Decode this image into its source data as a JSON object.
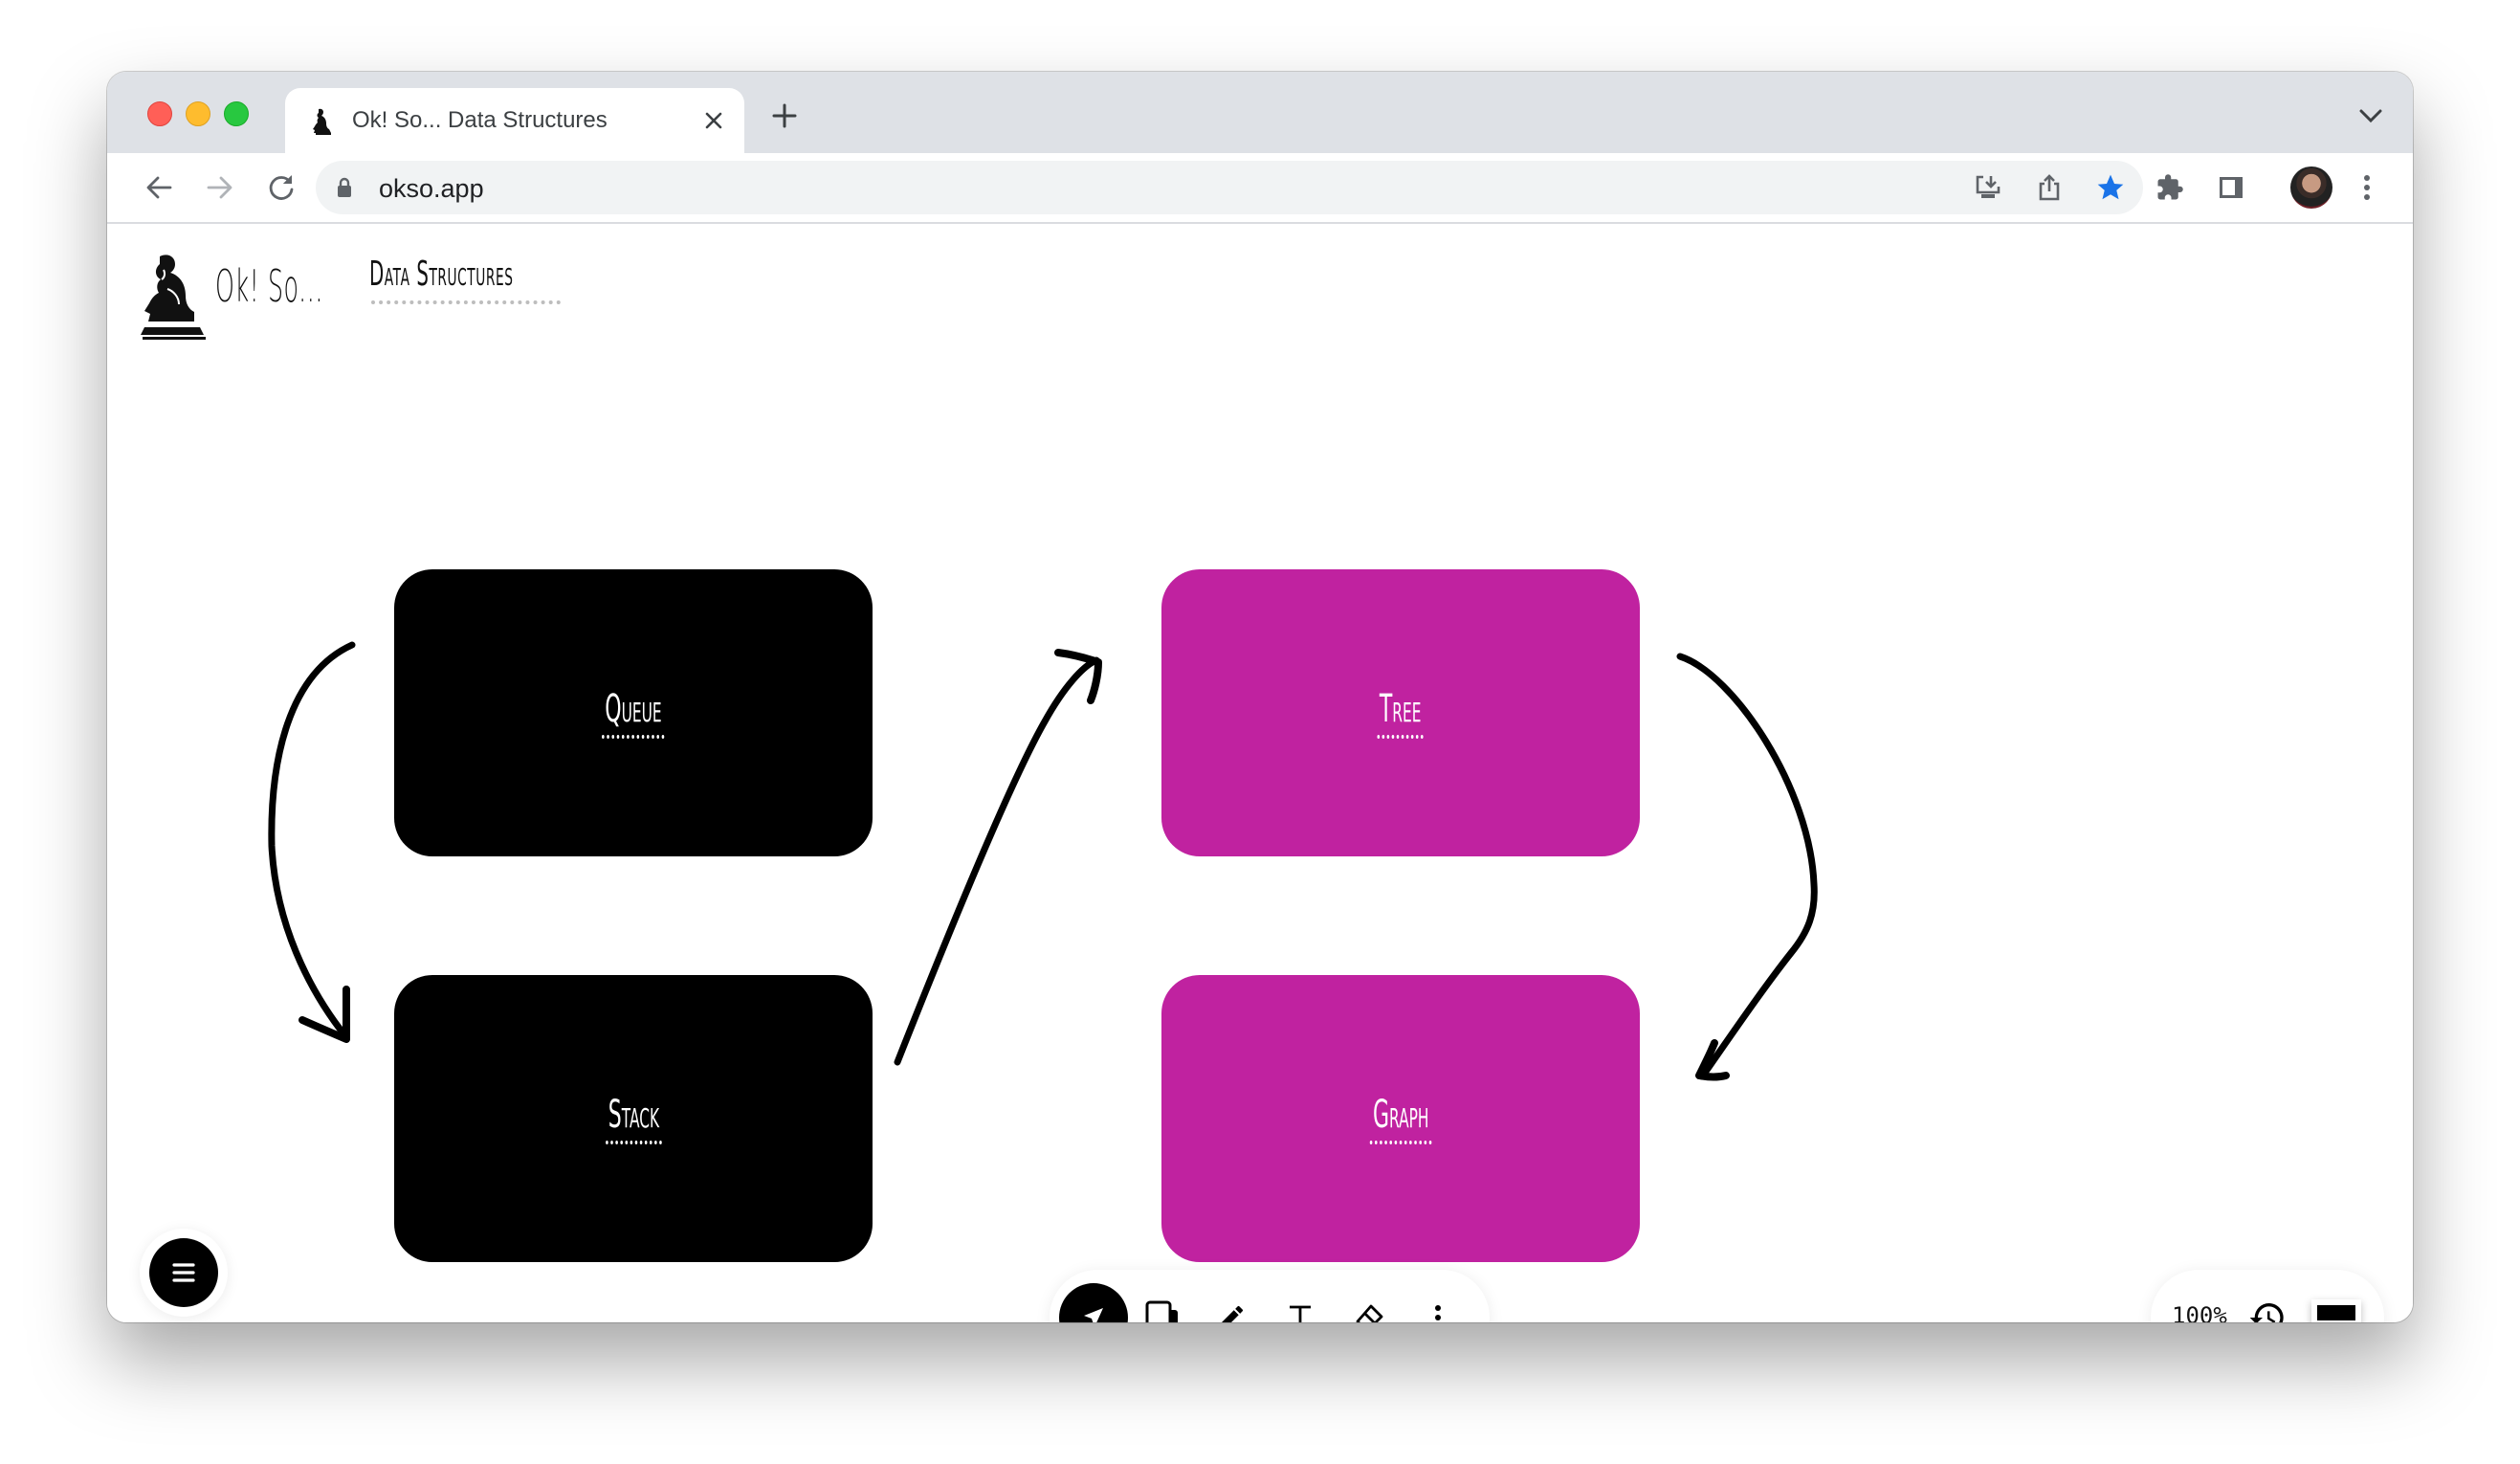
{
  "browser": {
    "tab": {
      "title": "Ok! So... Data Structures",
      "favicon": "thinker-icon"
    },
    "address": {
      "url": "okso.app"
    },
    "colors": {
      "tabbar": "#DEE1E6",
      "omnibox": "#F1F3F4",
      "bookmark_star": "#1A73E8"
    }
  },
  "app": {
    "logo_text": "Ok! So...",
    "breadcrumb": "Data Structures"
  },
  "canvas": {
    "cards": [
      {
        "label": "Queue",
        "color": "#000000"
      },
      {
        "label": "Tree",
        "color": "#C022A0"
      },
      {
        "label": "Stack",
        "color": "#000000"
      },
      {
        "label": "Graph",
        "color": "#C022A0"
      }
    ],
    "arrows": [
      {
        "from": "Queue",
        "to": "Stack"
      },
      {
        "from": "Stack",
        "to": "Tree"
      },
      {
        "from": "Tree",
        "to": "Graph"
      }
    ]
  },
  "toolbar": {
    "tools": [
      {
        "name": "select",
        "active": true
      },
      {
        "name": "shapes",
        "active": false
      },
      {
        "name": "pencil",
        "active": false
      },
      {
        "name": "text",
        "active": false
      },
      {
        "name": "eraser",
        "active": false
      },
      {
        "name": "more",
        "active": false
      }
    ]
  },
  "status": {
    "zoom": "100%",
    "stroke_color": "#000000"
  }
}
